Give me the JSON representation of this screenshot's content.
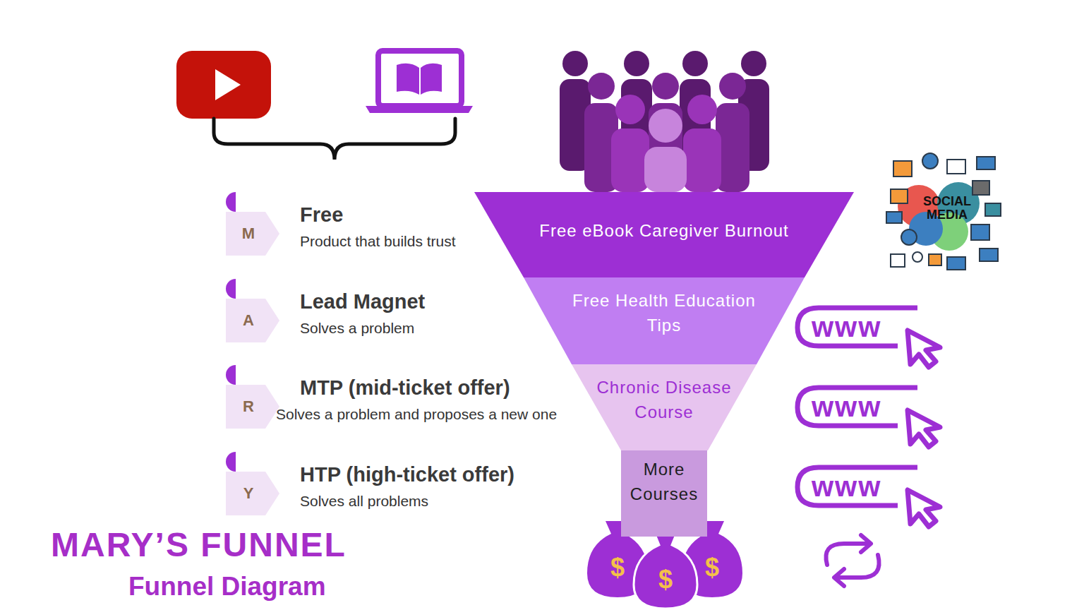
{
  "diagram": {
    "title": "MARY’S FUNNEL",
    "caption": "Funnel Diagram",
    "nodes": [
      {
        "text": [
          "M",
          "Free",
          "Product that builds trust"
        ]
      },
      {
        "text": [
          "A",
          "Lead Magnet",
          "Solves a problem"
        ]
      },
      {
        "text": [
          "R",
          "MTP (mid-ticket offer)",
          "Solves a problem and proposes a new one"
        ]
      },
      {
        "text": [
          "Y",
          "HTP (high-ticket offer)",
          "Solves all problems"
        ]
      },
      {
        "text": [
          "Free eBook Caregiver Burnout"
        ]
      },
      {
        "text": [
          "Free Health Education Tips"
        ]
      },
      {
        "text": [
          "Chronic Disease Course"
        ]
      },
      {
        "text": [
          "More Courses"
        ]
      }
    ],
    "labels": [
      "SOCIAL MEDIA",
      "www",
      "www",
      "www",
      "$",
      "$",
      "$"
    ]
  }
}
